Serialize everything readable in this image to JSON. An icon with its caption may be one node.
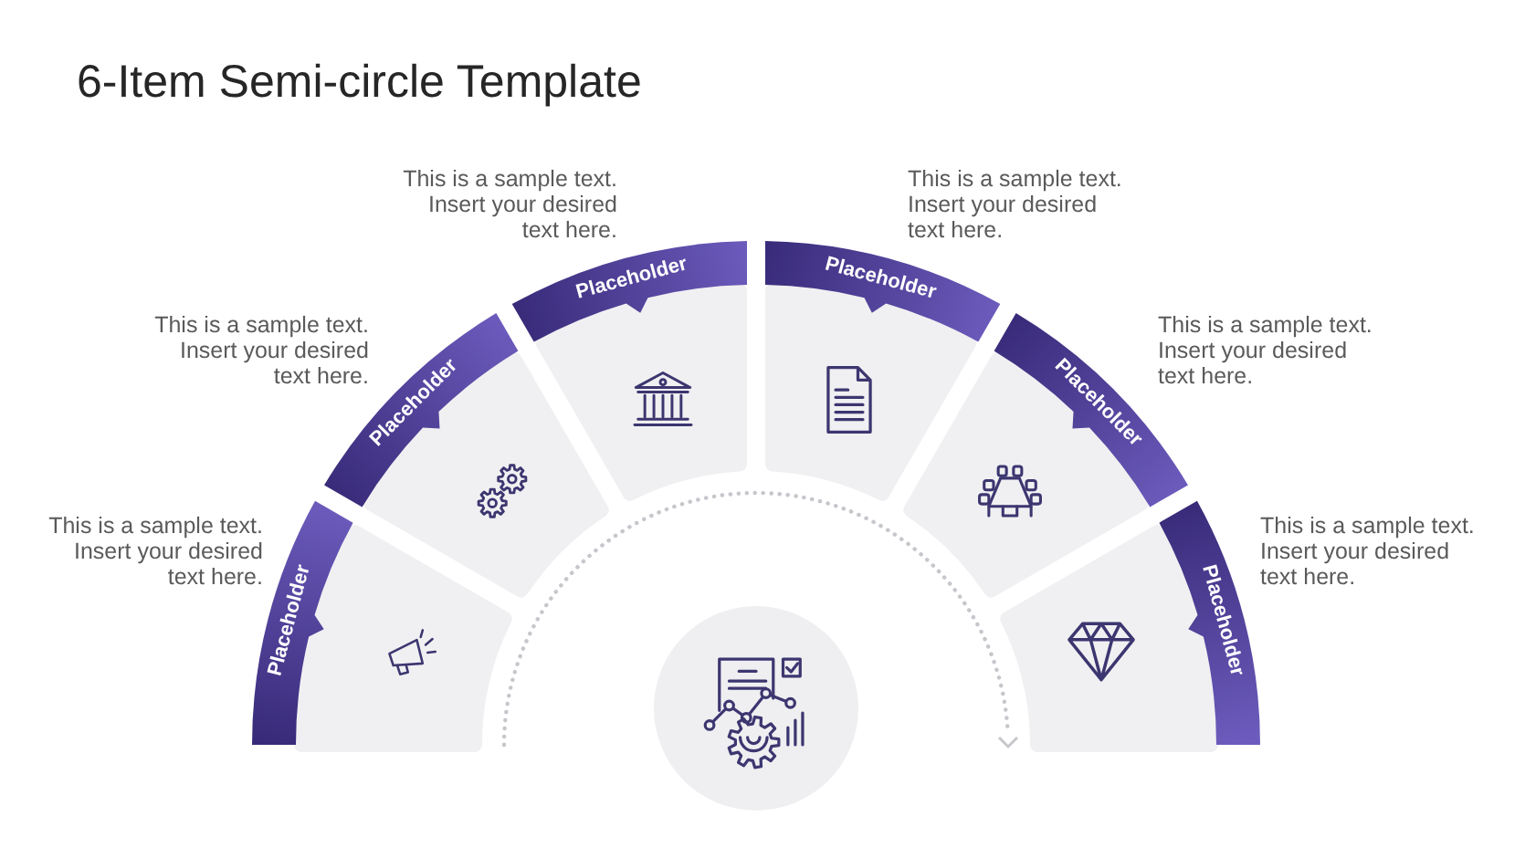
{
  "diagram": {
    "title": "6-Item Semi-circle Template",
    "nodes": [
      {
        "text": [
          "Placeholder"
        ],
        "beside": [
          "This is a sample text. Insert your desired text here."
        ]
      },
      {
        "text": [
          "Placeholder"
        ],
        "beside": [
          "This is a sample text. Insert your desired text here."
        ]
      },
      {
        "text": [
          "Placeholder"
        ],
        "beside": [
          "This is a sample text. Insert your desired text here."
        ]
      },
      {
        "text": [
          "Placeholder"
        ],
        "beside": [
          "This is a sample text. Insert your desired text here."
        ]
      },
      {
        "text": [
          "Placeholder"
        ],
        "beside": [
          "This is a sample text. Insert your desired text here."
        ]
      },
      {
        "text": [
          "Placeholder"
        ],
        "beside": [
          "This is a sample text. Insert your desired text here."
        ]
      },
      {
        "text": [],
        "shape": "circle"
      }
    ]
  }
}
